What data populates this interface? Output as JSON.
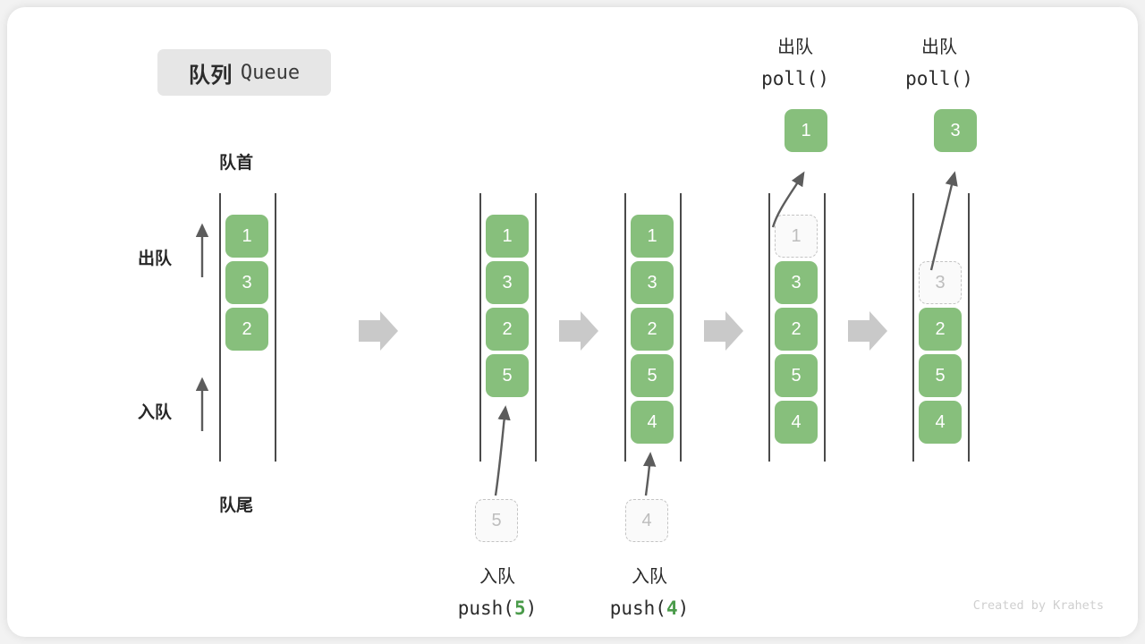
{
  "title": {
    "cn": "队列",
    "en": "Queue"
  },
  "credit": "Created by Krahets",
  "legend": {
    "front_label": "队首",
    "rear_label": "队尾",
    "dequeue_label": "出队",
    "enqueue_label": "入队"
  },
  "colors": {
    "cell_green": "#87bf7c",
    "ghost_border": "#c4c4c4",
    "ghost_text": "#bdbdbd",
    "rail": "#4a4a4a",
    "arrow_gray": "#5c5c5c",
    "chevron_gray": "#c9c9c9",
    "badge_bg": "#e6e6e6",
    "code_value_green": "#4a9b4a",
    "card_bg": "#ffffff",
    "page_bg": "#f2f2f2"
  },
  "steps": [
    {
      "id": "initial",
      "cells": [
        {
          "value": "1",
          "state": "filled"
        },
        {
          "value": "3",
          "state": "filled"
        },
        {
          "value": "2",
          "state": "filled"
        }
      ]
    },
    {
      "id": "after-push-5",
      "cells": [
        {
          "value": "1",
          "state": "filled"
        },
        {
          "value": "3",
          "state": "filled"
        },
        {
          "value": "2",
          "state": "filled"
        },
        {
          "value": "5",
          "state": "filled"
        }
      ],
      "incoming": {
        "value": "5",
        "state": "ghost"
      },
      "caption": {
        "cn": "入队",
        "code_prefix": "push(",
        "code_value": "5",
        "code_suffix": ")"
      }
    },
    {
      "id": "after-push-4",
      "cells": [
        {
          "value": "1",
          "state": "filled"
        },
        {
          "value": "3",
          "state": "filled"
        },
        {
          "value": "2",
          "state": "filled"
        },
        {
          "value": "5",
          "state": "filled"
        },
        {
          "value": "4",
          "state": "filled"
        }
      ],
      "incoming": {
        "value": "4",
        "state": "ghost"
      },
      "caption": {
        "cn": "入队",
        "code_prefix": "push(",
        "code_value": "4",
        "code_suffix": ")"
      }
    },
    {
      "id": "after-poll-1",
      "cells": [
        {
          "value": "1",
          "state": "ghost"
        },
        {
          "value": "3",
          "state": "filled"
        },
        {
          "value": "2",
          "state": "filled"
        },
        {
          "value": "5",
          "state": "filled"
        },
        {
          "value": "4",
          "state": "filled"
        }
      ],
      "outgoing": {
        "value": "1",
        "state": "filled"
      },
      "caption": {
        "cn": "出队",
        "code": "poll()"
      }
    },
    {
      "id": "after-poll-3",
      "cells": [
        {
          "value": "",
          "state": "empty"
        },
        {
          "value": "3",
          "state": "ghost"
        },
        {
          "value": "2",
          "state": "filled"
        },
        {
          "value": "5",
          "state": "filled"
        },
        {
          "value": "4",
          "state": "filled"
        }
      ],
      "outgoing": {
        "value": "3",
        "state": "filled"
      },
      "caption": {
        "cn": "出队",
        "code": "poll()"
      }
    }
  ]
}
